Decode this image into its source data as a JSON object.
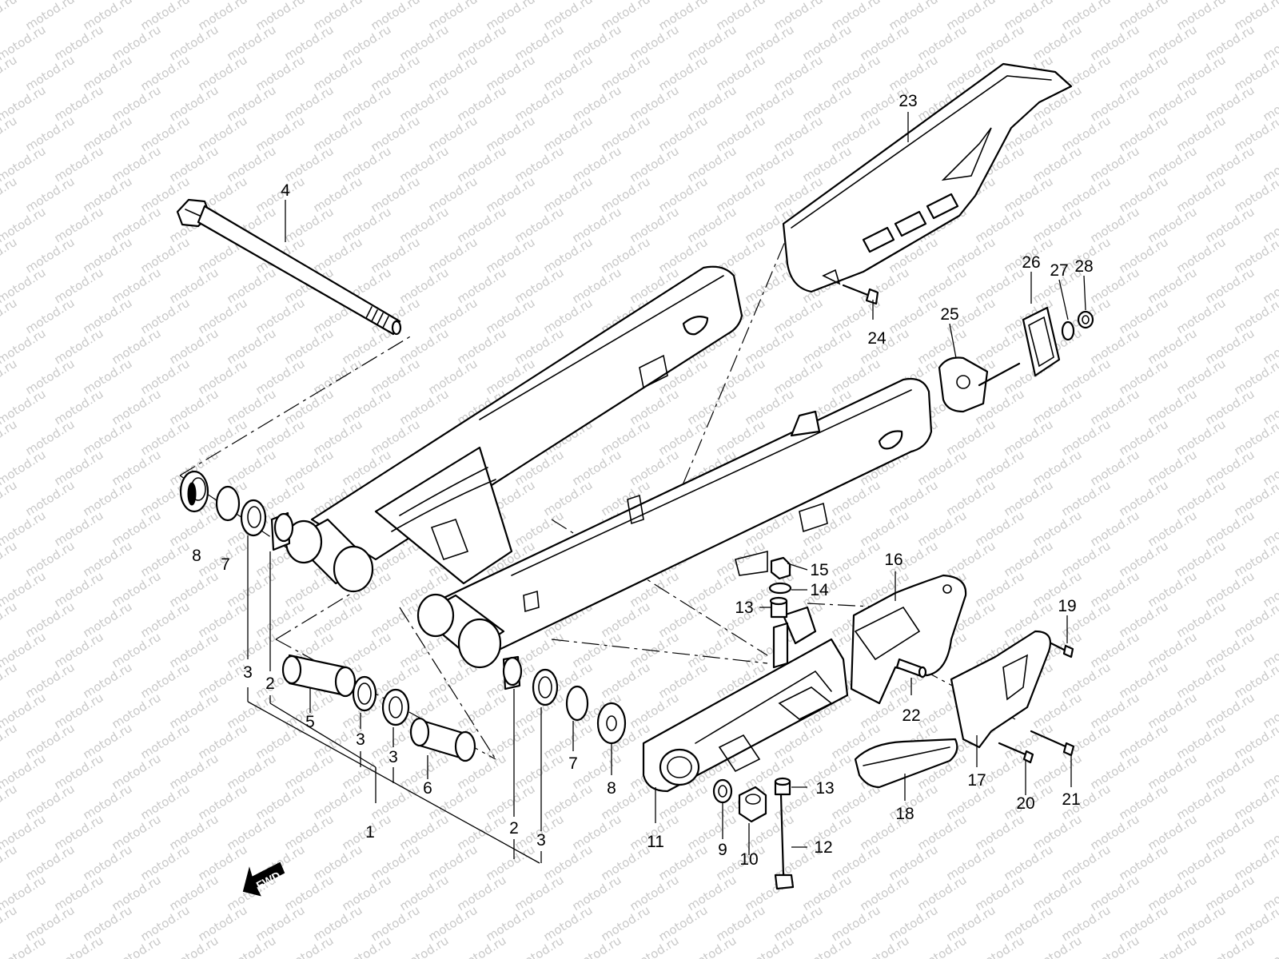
{
  "watermark": {
    "text": "motod.ru",
    "color": "#c8c8c8"
  },
  "fwd_badge": {
    "label": "FWD"
  },
  "callouts": [
    {
      "label": "1"
    },
    {
      "label": "2"
    },
    {
      "label": "2"
    },
    {
      "label": "3"
    },
    {
      "label": "3"
    },
    {
      "label": "3"
    },
    {
      "label": "3"
    },
    {
      "label": "4"
    },
    {
      "label": "5"
    },
    {
      "label": "6"
    },
    {
      "label": "7"
    },
    {
      "label": "7"
    },
    {
      "label": "8"
    },
    {
      "label": "8"
    },
    {
      "label": "9"
    },
    {
      "label": "10"
    },
    {
      "label": "11"
    },
    {
      "label": "12"
    },
    {
      "label": "13"
    },
    {
      "label": "13"
    },
    {
      "label": "14"
    },
    {
      "label": "15"
    },
    {
      "label": "16"
    },
    {
      "label": "17"
    },
    {
      "label": "18"
    },
    {
      "label": "19"
    },
    {
      "label": "20"
    },
    {
      "label": "21"
    },
    {
      "label": "22"
    },
    {
      "label": "23"
    },
    {
      "label": "24"
    },
    {
      "label": "25"
    },
    {
      "label": "26"
    },
    {
      "label": "27"
    },
    {
      "label": "28"
    }
  ]
}
